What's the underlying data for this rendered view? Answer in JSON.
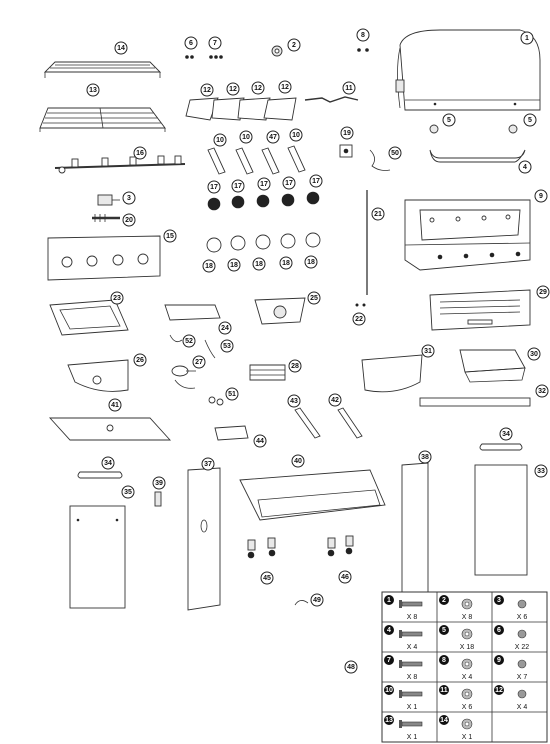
{
  "callouts": {
    "c1": "1",
    "c2": "2",
    "c3": "3",
    "c4": "4",
    "c5a": "5",
    "c5b": "5",
    "c6": "6",
    "c7": "7",
    "c8": "8",
    "c9": "9",
    "c10a": "10",
    "c10b": "10",
    "c10c": "10",
    "c11": "11",
    "c12a": "12",
    "c12b": "12",
    "c12c": "12",
    "c12d": "12",
    "c13": "13",
    "c14": "14",
    "c15": "15",
    "c16": "16",
    "c17a": "17",
    "c17b": "17",
    "c17c": "17",
    "c17d": "17",
    "c17e": "17",
    "c18a": "18",
    "c18b": "18",
    "c18c": "18",
    "c18d": "18",
    "c18e": "18",
    "c19": "19",
    "c20": "20",
    "c21": "21",
    "c22": "22",
    "c23": "23",
    "c24": "24",
    "c25": "25",
    "c26": "26",
    "c27": "27",
    "c28": "28",
    "c29": "29",
    "c30": "30",
    "c31": "31",
    "c32": "32",
    "c33": "33",
    "c34a": "34",
    "c34b": "34",
    "c35": "35",
    "c37": "37",
    "c38": "38",
    "c39": "39",
    "c40": "40",
    "c41": "41",
    "c42": "42",
    "c43": "43",
    "c44": "44",
    "c45": "45",
    "c46": "46",
    "c47": "47",
    "c48": "48",
    "c49": "49",
    "c50": "50",
    "c51": "51",
    "c52": "52",
    "c53": "53"
  },
  "hardware": [
    {
      "num": "1",
      "qty": "X 8"
    },
    {
      "num": "2",
      "qty": "X 8"
    },
    {
      "num": "3",
      "qty": "X 6"
    },
    {
      "num": "4",
      "qty": "X 4"
    },
    {
      "num": "5",
      "qty": "X 18"
    },
    {
      "num": "6",
      "qty": "X 22"
    },
    {
      "num": "7",
      "qty": "X 8"
    },
    {
      "num": "8",
      "qty": "X 4"
    },
    {
      "num": "9",
      "qty": "X 7"
    },
    {
      "num": "10",
      "qty": "X 1"
    },
    {
      "num": "11",
      "qty": "X 6"
    },
    {
      "num": "12",
      "qty": "X 4"
    },
    {
      "num": "13",
      "qty": "X 1"
    },
    {
      "num": "14",
      "qty": "X 1"
    }
  ]
}
